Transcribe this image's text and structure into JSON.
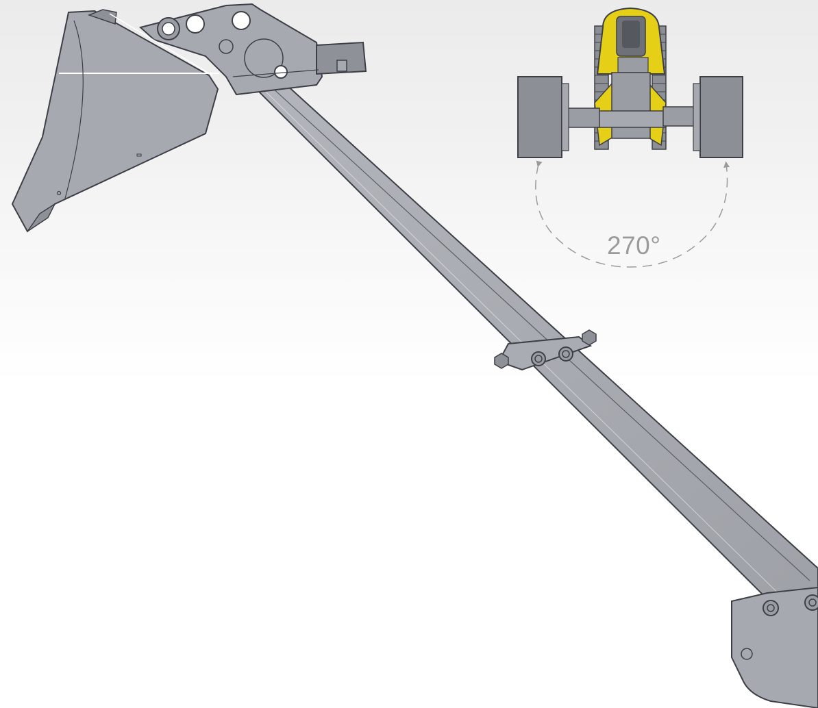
{
  "diagram": {
    "rotation_label": "270°",
    "colors": {
      "arm": "#a6a9af",
      "arm_dark": "#8e9197",
      "outline": "#3c3f45",
      "machine_yellow": "#e5cf17",
      "arrow": "#9a9a9a"
    },
    "parts": [
      "bucket",
      "bucket-link",
      "boom-arm",
      "boom-clamp",
      "boom-base-bracket",
      "machine-top-view"
    ]
  }
}
